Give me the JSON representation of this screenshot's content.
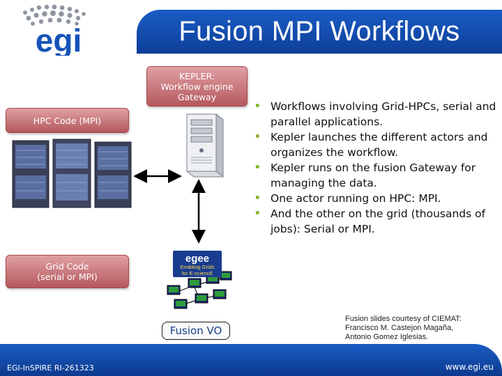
{
  "header": {
    "logo_text": "egi",
    "title": "Fusion MPI Workflows"
  },
  "diagram": {
    "kepler_callout": [
      "KEPLER:",
      "Workflow engine",
      "Gateway"
    ],
    "hpc_callout": "HPC Code (MPI)",
    "grid_callout": [
      "Grid Code",
      "(serial or MPI)"
    ],
    "egee_logo_text": "egee",
    "egee_tagline": [
      "Enabling Grids",
      "for E-sciencE"
    ],
    "fusion_vo_label": "Fusion VO"
  },
  "bullets": [
    "Workflows involving Grid-HPCs, serial and parallel applications.",
    "Kepler launches the different actors and organizes the workflow.",
    "Kepler runs on the fusion Gateway for managing the data.",
    "One actor running on HPC: MPI.",
    "And the other on the grid (thousands of jobs): Serial or MPI."
  ],
  "credits": [
    "Fusion slides courtesy of CIEMAT:",
    "Francisco M. Castejon Magaña,",
    "Antonio Gomez Iglesias."
  ],
  "footer": {
    "left": "EGI-InSPIRE RI-261323",
    "right": "www.egi.eu"
  },
  "colors": {
    "brand_blue": "#1a5cc4",
    "callout_red": "#b4585d",
    "bullet_green": "#8bb42a"
  }
}
